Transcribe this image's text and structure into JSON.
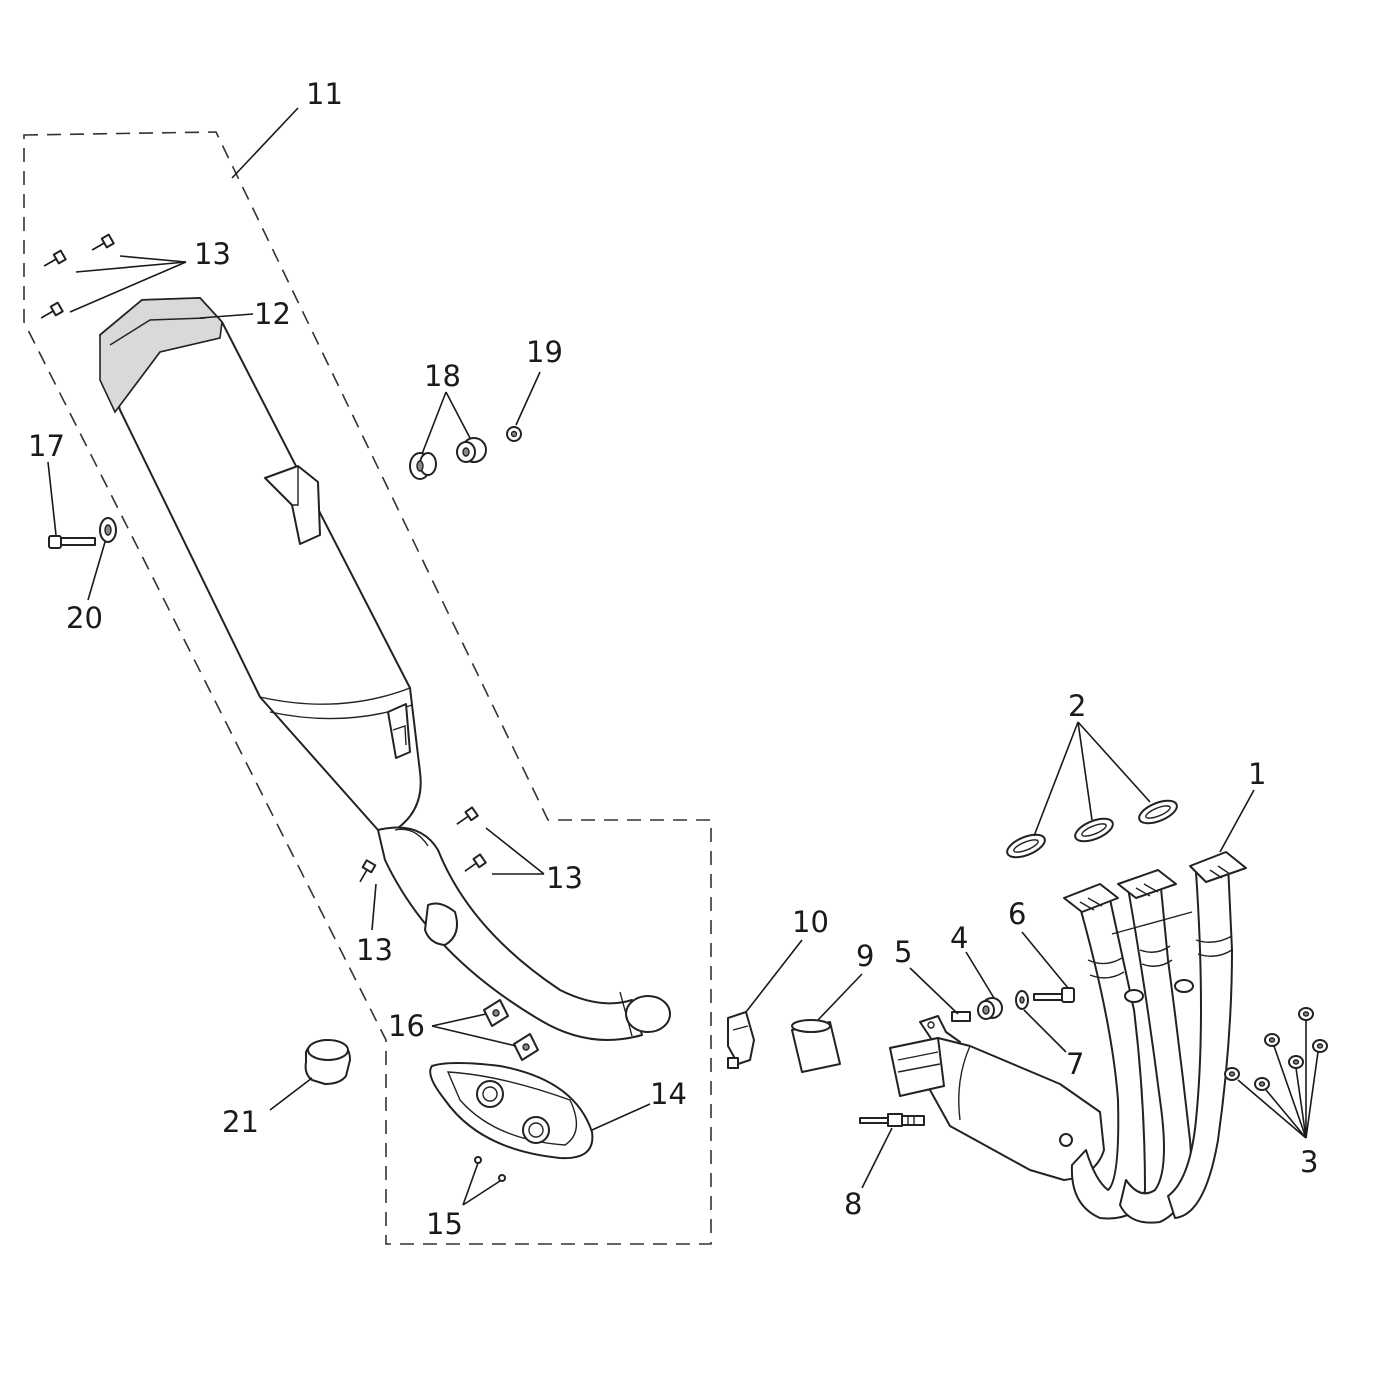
{
  "labels": {
    "l1": "1",
    "l2": "2",
    "l3": "3",
    "l4": "4",
    "l5": "5",
    "l6": "6",
    "l7": "7",
    "l8": "8",
    "l9": "9",
    "l10": "10",
    "l11": "11",
    "l12": "12",
    "l13a": "13",
    "l13b": "13",
    "l13c": "13",
    "l14": "14",
    "l15": "15",
    "l16": "16",
    "l17": "17",
    "l18": "18",
    "l19": "19",
    "l20": "20",
    "l21": "21"
  }
}
